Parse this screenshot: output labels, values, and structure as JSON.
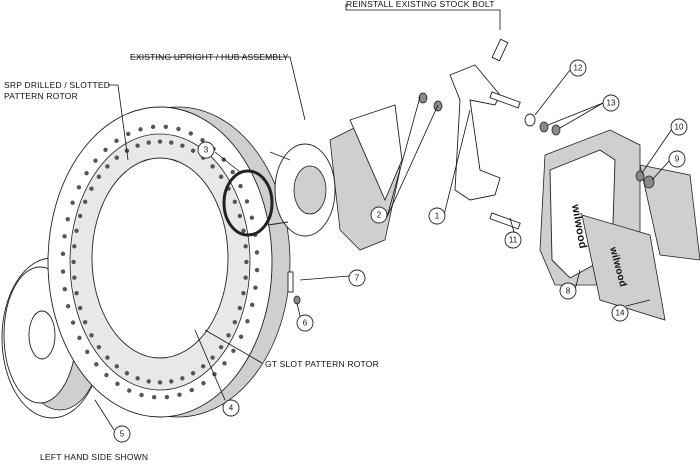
{
  "labels": {
    "stock_bolt": "REINSTALL EXISTING STOCK BOLT",
    "hub": "EXISTING UPRIGHT / HUB ASSEMBLY",
    "srp_rotor_line1": "SRP DRILLED / SLOTTED",
    "srp_rotor_line2": "PATTERN ROTOR",
    "gt_rotor": "GT SLOT PATTERN ROTOR",
    "left_hand": "LEFT HAND SIDE SHOWN"
  },
  "callouts": [
    "1",
    "2",
    "3",
    "4",
    "5",
    "6",
    "7",
    "8",
    "9",
    "10",
    "11",
    "12",
    "13",
    "14"
  ],
  "caliper_brand": "wilwood"
}
